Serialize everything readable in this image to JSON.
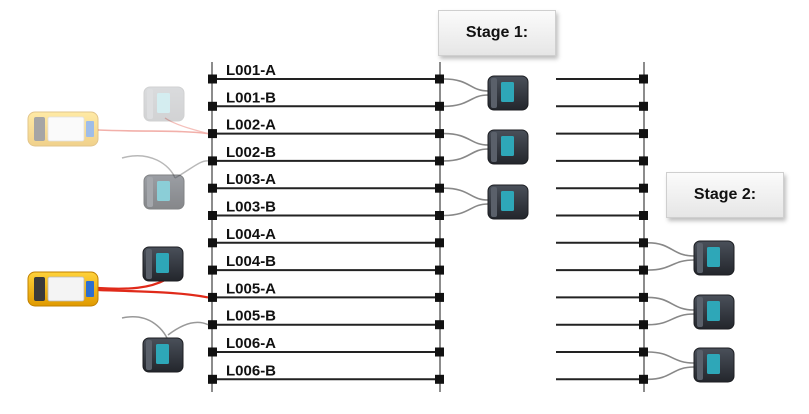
{
  "stage1": {
    "label": "Stage 1:"
  },
  "stage2": {
    "label": "Stage 2:"
  },
  "links": [
    "L001-A",
    "L001-B",
    "L002-A",
    "L002-B",
    "L003-A",
    "L003-B",
    "L004-A",
    "L004-B",
    "L005-A",
    "L005-B",
    "L006-A",
    "L006-B"
  ],
  "colors": {
    "active_cable": "#e02a1a",
    "faded_cable": "#f2b0aa",
    "tester_body": "#f5b800",
    "remote_body": "#3a3f48",
    "remote_screen": "#2ea7b8"
  },
  "icons": {
    "main_tester": "tester-icon",
    "remote_unit": "remote-unit-icon",
    "port": "port-icon"
  }
}
